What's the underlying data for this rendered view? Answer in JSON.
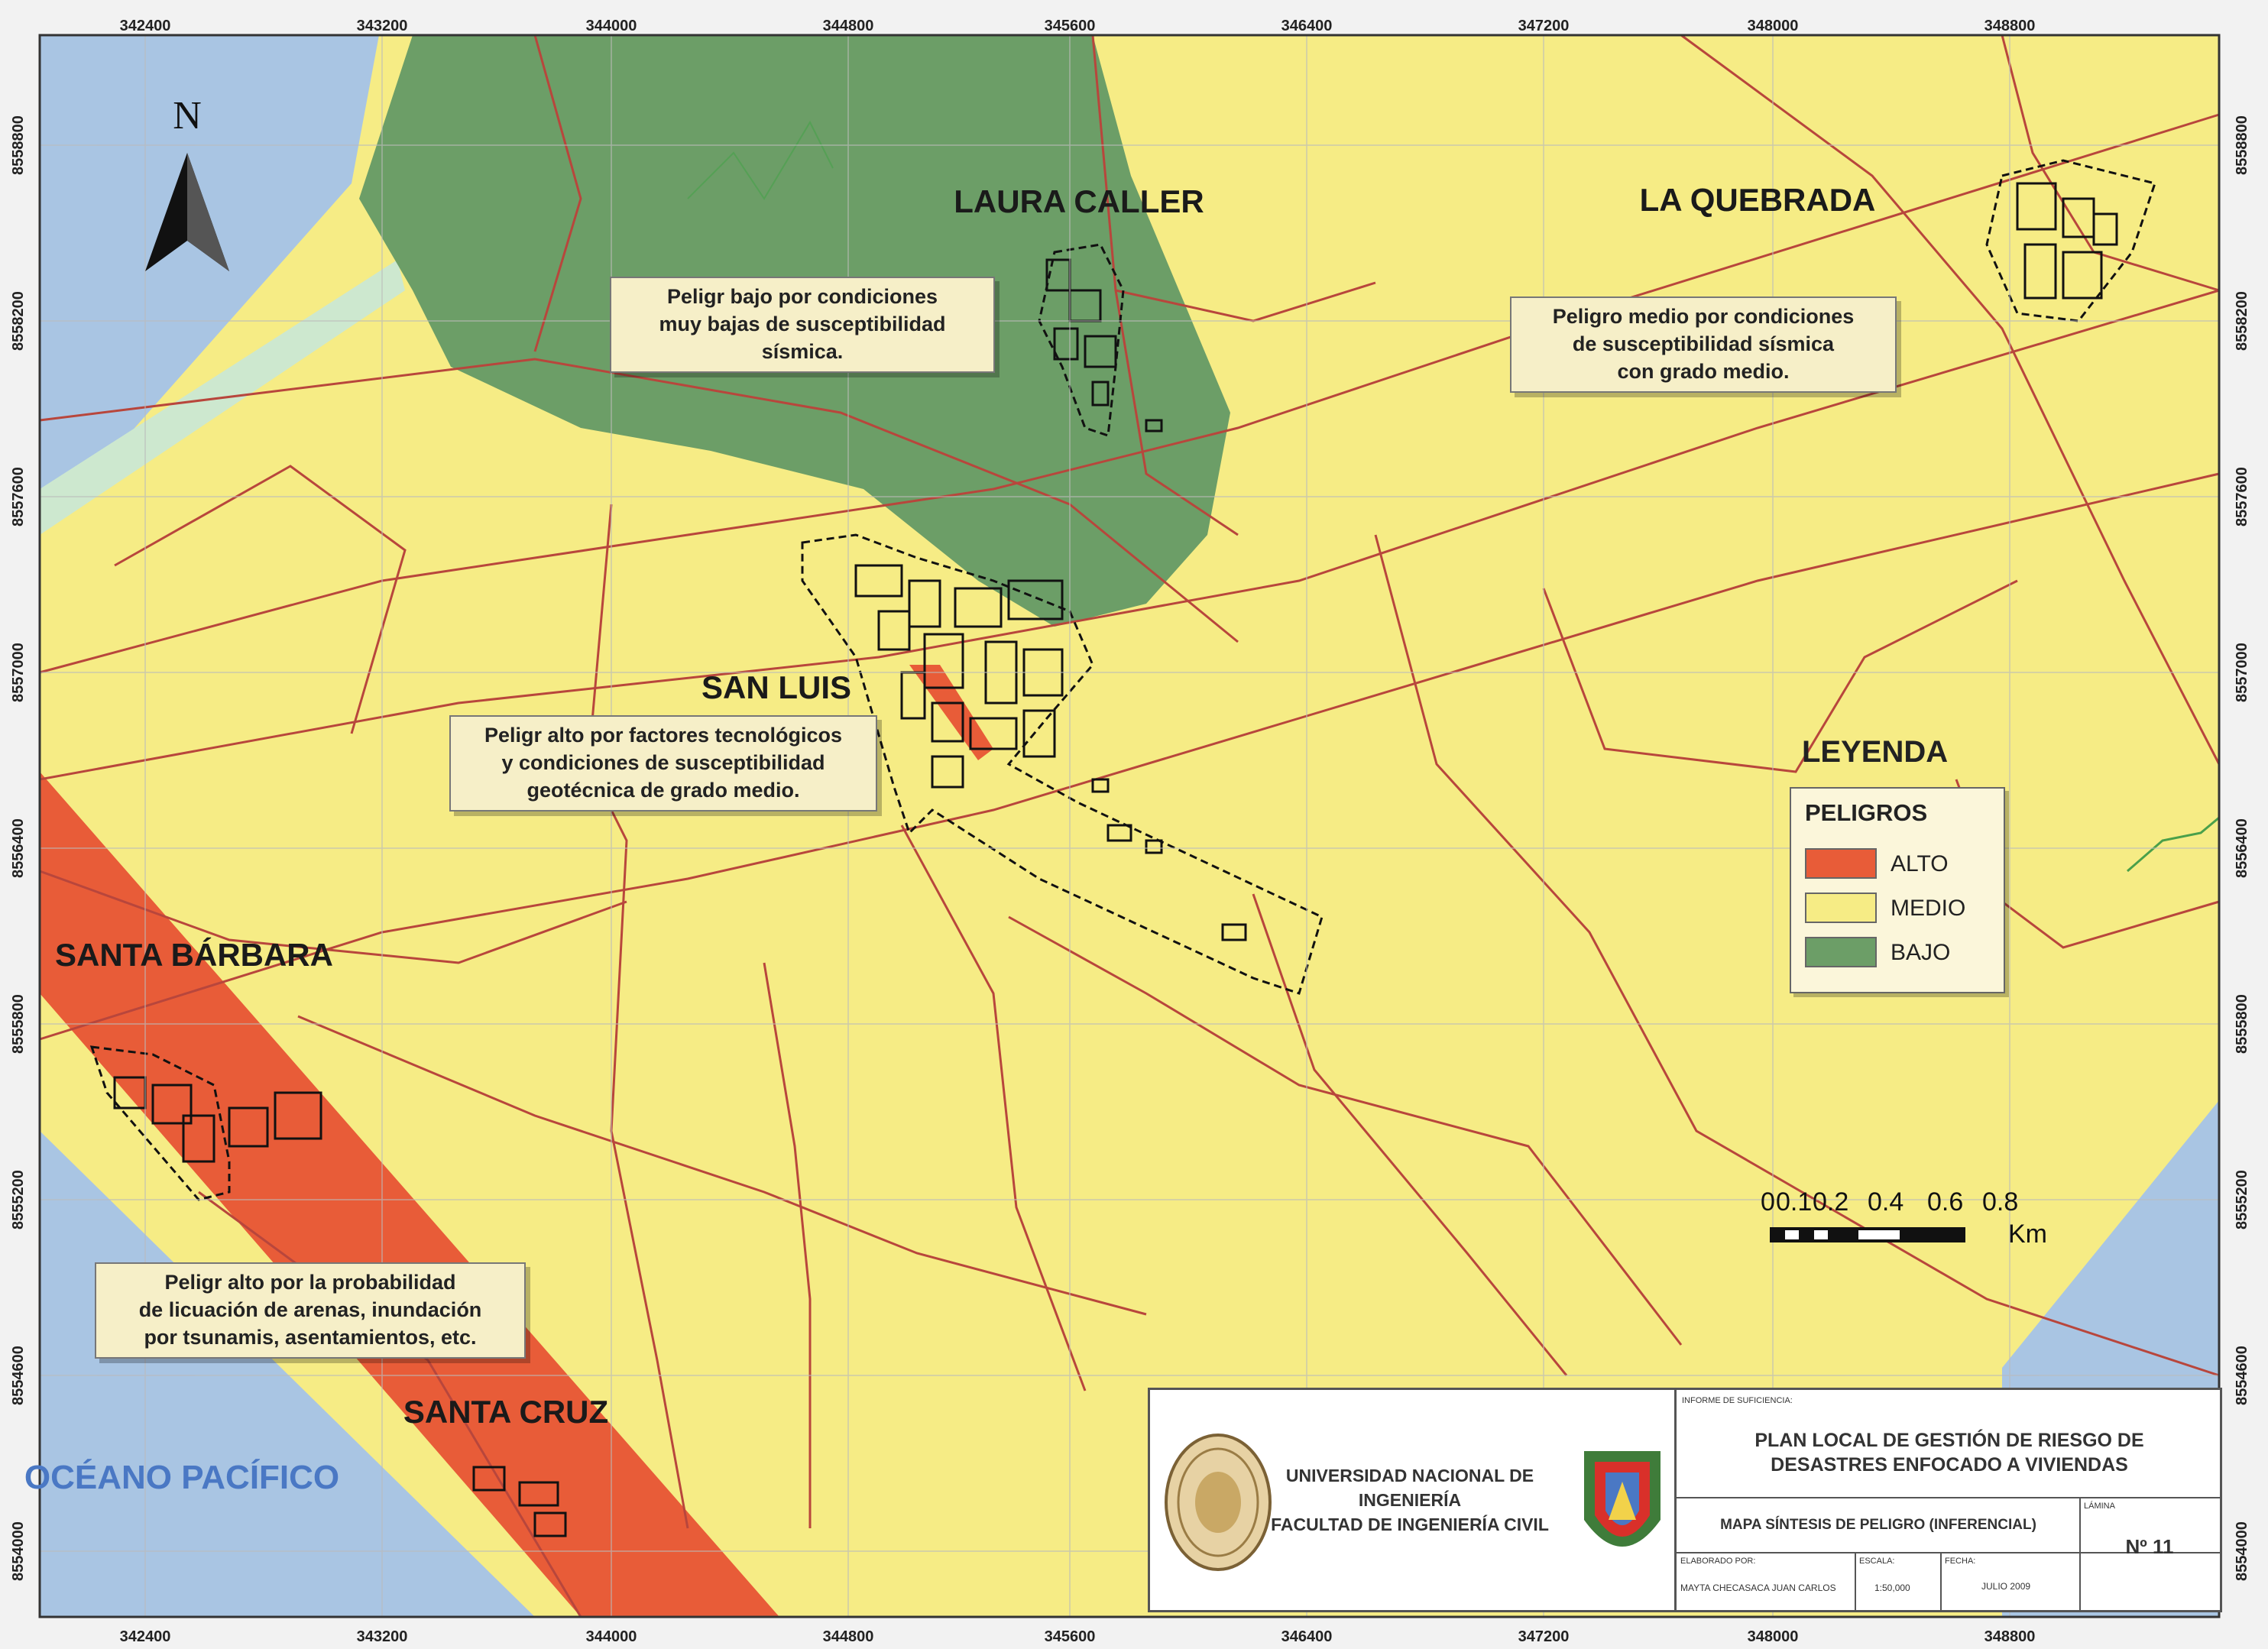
{
  "map": {
    "north_label": "N",
    "x_ticks": [
      "342400",
      "343200",
      "344000",
      "344800",
      "345600",
      "346400",
      "347200",
      "348000",
      "348800"
    ],
    "y_ticks": [
      "8558800",
      "8558200",
      "8557600",
      "8557000",
      "8556400",
      "8555800",
      "8555200",
      "8554600",
      "8554000"
    ],
    "ocean_label": "OCÉANO PACÍFICO",
    "colors": {
      "alto": "#e85c38",
      "medio": "#f6ec85",
      "bajo": "#6c9e67",
      "ocean": "#a9c5e3",
      "road": "#b8463c"
    }
  },
  "zones": [
    {
      "name": "LAURA CALLER"
    },
    {
      "name": "LA QUEBRADA"
    },
    {
      "name": "SAN LUIS"
    },
    {
      "name": "SANTA BÁRBARA"
    },
    {
      "name": "SANTA CRUZ"
    }
  ],
  "notes": {
    "laura": [
      "Peligr bajo por condiciones",
      "muy bajas de susceptibilidad",
      "sísmica."
    ],
    "quebrada": [
      "Peligro medio por condiciones",
      "de susceptibilidad sísmica",
      "con grado medio."
    ],
    "sanluis": [
      "Peligr alto por factores tecnológicos",
      "y condiciones de susceptibilidad",
      "geotécnica de grado medio."
    ],
    "santa": [
      "Peligr alto por la probabilidad",
      "de licuación de arenas, inundación",
      "por tsunamis, asentamientos, etc."
    ]
  },
  "legend": {
    "title": "LEYENDA",
    "heading": "PELIGROS",
    "items": [
      {
        "label": "ALTO",
        "color": "#e85c38"
      },
      {
        "label": "MEDIO",
        "color": "#f6ec85"
      },
      {
        "label": "BAJO",
        "color": "#6c9e67"
      }
    ]
  },
  "scale": {
    "ticks": [
      "0",
      "0.1",
      "0.2",
      "0.4",
      "0.6",
      "0.8"
    ],
    "unit": "Km"
  },
  "titleblock": {
    "university_line1": "UNIVERSIDAD NACIONAL DE",
    "university_line2": "INGENIERÍA",
    "faculty": "FACULTAD DE INGENIERÍA CIVIL",
    "report_label": "INFORME DE SUFICIENCIA:",
    "title_line1": "PLAN LOCAL DE GESTIÓN DE RIESGO DE",
    "title_line2": "DESASTRES ENFOCADO A VIVIENDAS",
    "subtitle": "MAPA SÍNTESIS DE PELIGRO (INFERENCIAL)",
    "lamina_label": "LÁMINA",
    "lamina": "Nº 11",
    "author_label": "ELABORADO POR:",
    "author": "MAYTA CHECASACA JUAN CARLOS",
    "scale_label": "ESCALA:",
    "scale": "1:50,000",
    "date_label": "FECHA:",
    "date": "JULIO 2009"
  }
}
